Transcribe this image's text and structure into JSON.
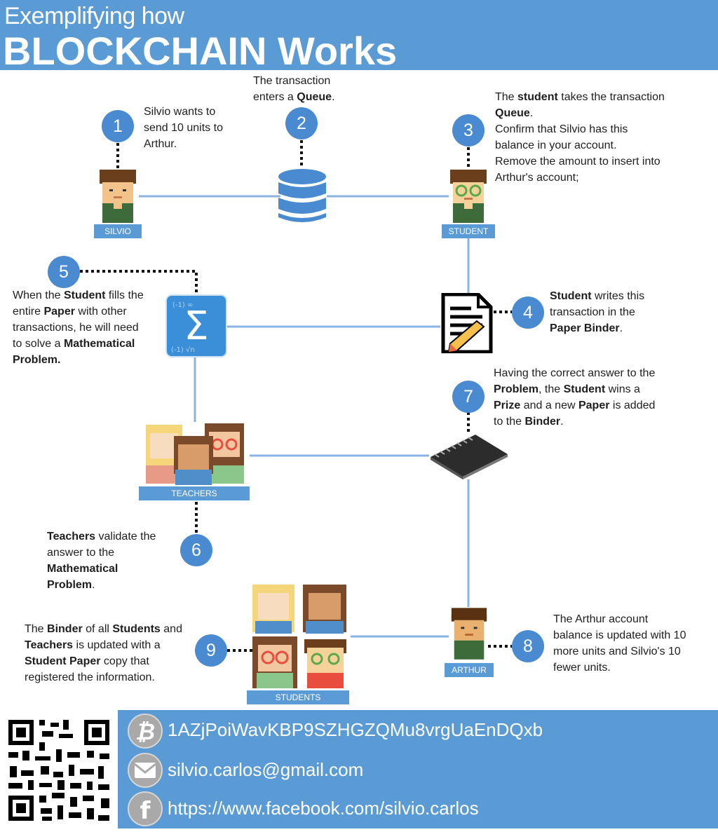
{
  "header": {
    "subtitle": "Exemplifying how",
    "title": "BLOCKCHAIN Works"
  },
  "steps": [
    {
      "num": "1",
      "text": "Silvio wants to<br>send 10 units to<br>Arthur."
    },
    {
      "num": "2",
      "text": "The transaction<br>enters a <b>Queue</b>."
    },
    {
      "num": "3",
      "text": "The <b>student</b> takes the transaction<br><b>Queue</b>.<br>Confirm that Silvio has this<br>balance in your account.<br>Remove the amount to insert into<br>Arthur's account;"
    },
    {
      "num": "4",
      "text": "<b>Student</b> writes this<br>transaction in the<br><b>Paper Binder</b>."
    },
    {
      "num": "5",
      "text": "When the <b>Student</b> fills the<br>entire <b>Paper</b> with other<br>transactions, he will need<br>to solve a <b>Mathematical<br>Problem.</b>"
    },
    {
      "num": "6",
      "text": "<b>Teachers</b> validate the<br>answer to the<br><b>Mathematical<br>Problem</b>."
    },
    {
      "num": "7",
      "text": "Having the correct answer to the<br><b>Problem</b>, the <b>Student</b> wins a<br><b>Prize</b> and a new <b>Paper</b> is added<br>to the <b>Binder</b>."
    },
    {
      "num": "8",
      "text": "The Arthur account<br>balance is updated with 10<br>more units and Silvio's 10<br>fewer units."
    },
    {
      "num": "9",
      "text": "The <b>Binder</b> of all <b>Students</b> and<br><b>Teachers</b> is updated with a<br><b>Student Paper</b> copy that<br>registered the information."
    }
  ],
  "labels": {
    "silvio": "SILVIO",
    "student": "STUDENT",
    "teachers": "TEACHERS",
    "arthur": "ARTHUR",
    "students": "STUDENTS"
  },
  "icons": {
    "database": "database-icon",
    "sigma": "sigma-icon",
    "paper": "paper-pencil-icon",
    "binder": "notebook-icon"
  },
  "footer": {
    "bitcoin": "1AZjPoiWavKBP9SZHGZQMu8vrgUaEnDQxb",
    "email": "silvio.carlos@gmail.com",
    "facebook": "https://www.facebook.com/silvio.carlos"
  },
  "colors": {
    "accent": "#5b9bd5",
    "circle": "#4a8ad0"
  }
}
